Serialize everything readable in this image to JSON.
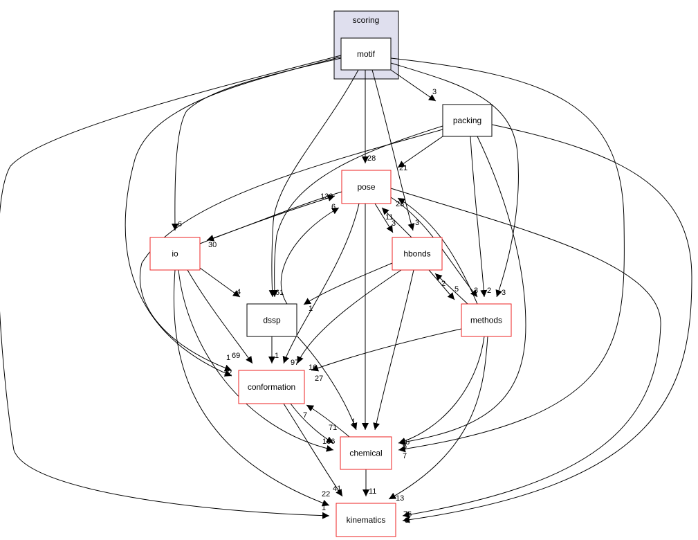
{
  "cluster": {
    "label": "scoring",
    "fill": "#dfdfee"
  },
  "colors": {
    "normal": "#000000",
    "incomplete": "#ee2222",
    "focus_fill": "#eeeeff"
  },
  "nodes": [
    {
      "id": "motif",
      "label": "motif",
      "style": "focus"
    },
    {
      "id": "packing",
      "label": "packing",
      "style": "normal"
    },
    {
      "id": "pose",
      "label": "pose",
      "style": "incomplete"
    },
    {
      "id": "io",
      "label": "io",
      "style": "incomplete"
    },
    {
      "id": "hbonds",
      "label": "hbonds",
      "style": "incomplete"
    },
    {
      "id": "dssp",
      "label": "dssp",
      "style": "normal"
    },
    {
      "id": "methods",
      "label": "methods",
      "style": "incomplete"
    },
    {
      "id": "conformation",
      "label": "conformation",
      "style": "incomplete"
    },
    {
      "id": "chemical",
      "label": "chemical",
      "style": "incomplete"
    },
    {
      "id": "kinematics",
      "label": "kinematics",
      "style": "incomplete"
    }
  ],
  "edges": [
    {
      "from": "motif",
      "to": "packing",
      "label": "3"
    },
    {
      "from": "motif",
      "to": "pose",
      "label": "28"
    },
    {
      "from": "motif",
      "to": "io",
      "label": "6"
    },
    {
      "from": "motif",
      "to": "hbonds",
      "label": "3"
    },
    {
      "from": "motif",
      "to": "dssp",
      "label": "61"
    },
    {
      "from": "motif",
      "to": "methods",
      "label": "3"
    },
    {
      "from": "motif",
      "to": "conformation",
      "label": "12"
    },
    {
      "from": "motif",
      "to": "chemical",
      "label": "7"
    },
    {
      "from": "motif",
      "to": "kinematics",
      "label": "1"
    },
    {
      "from": "packing",
      "to": "pose",
      "label": "21"
    },
    {
      "from": "packing",
      "to": "dssp",
      "label": "1"
    },
    {
      "from": "packing",
      "to": "methods",
      "label": "2"
    },
    {
      "from": "packing",
      "to": "conformation",
      "label": "1"
    },
    {
      "from": "packing",
      "to": "chemical",
      "label": "5"
    },
    {
      "from": "packing",
      "to": "kinematics",
      "label": "3"
    },
    {
      "from": "pose",
      "to": "io",
      "label": "30"
    },
    {
      "from": "pose",
      "to": "hbonds",
      "label": "3"
    },
    {
      "from": "pose",
      "to": "methods",
      "label": "3"
    },
    {
      "from": "pose",
      "to": "conformation",
      "label": "97"
    },
    {
      "from": "pose",
      "to": "chemical",
      "label": "116"
    },
    {
      "from": "pose",
      "to": "kinematics",
      "label": "76"
    },
    {
      "from": "io",
      "to": "pose",
      "label": "130"
    },
    {
      "from": "io",
      "to": "dssp",
      "label": "4"
    },
    {
      "from": "io",
      "to": "conformation",
      "label": "69"
    },
    {
      "from": "io",
      "to": "chemical",
      "label": "106"
    },
    {
      "from": "io",
      "to": "kinematics",
      "label": "22"
    },
    {
      "from": "hbonds",
      "to": "pose",
      "label": "11"
    },
    {
      "from": "hbonds",
      "to": "dssp",
      "label": "1"
    },
    {
      "from": "hbonds",
      "to": "methods",
      "label": "2"
    },
    {
      "from": "hbonds",
      "to": "conformation",
      "label": "16"
    },
    {
      "from": "hbonds",
      "to": "chemical",
      "label": "64"
    },
    {
      "from": "dssp",
      "to": "pose",
      "label": "6"
    },
    {
      "from": "dssp",
      "to": "conformation",
      "label": "1"
    },
    {
      "from": "dssp",
      "to": "chemical",
      "label": "1"
    },
    {
      "from": "methods",
      "to": "pose",
      "label": "23"
    },
    {
      "from": "methods",
      "to": "hbonds",
      "label": "5"
    },
    {
      "from": "methods",
      "to": "conformation",
      "label": "27"
    },
    {
      "from": "methods",
      "to": "chemical",
      "label": "16"
    },
    {
      "from": "methods",
      "to": "kinematics",
      "label": "13"
    },
    {
      "from": "conformation",
      "to": "chemical",
      "label": "71"
    },
    {
      "from": "conformation",
      "to": "kinematics",
      "label": "41"
    },
    {
      "from": "chemical",
      "to": "conformation",
      "label": "7"
    },
    {
      "from": "chemical",
      "to": "kinematics",
      "label": "11"
    }
  ]
}
